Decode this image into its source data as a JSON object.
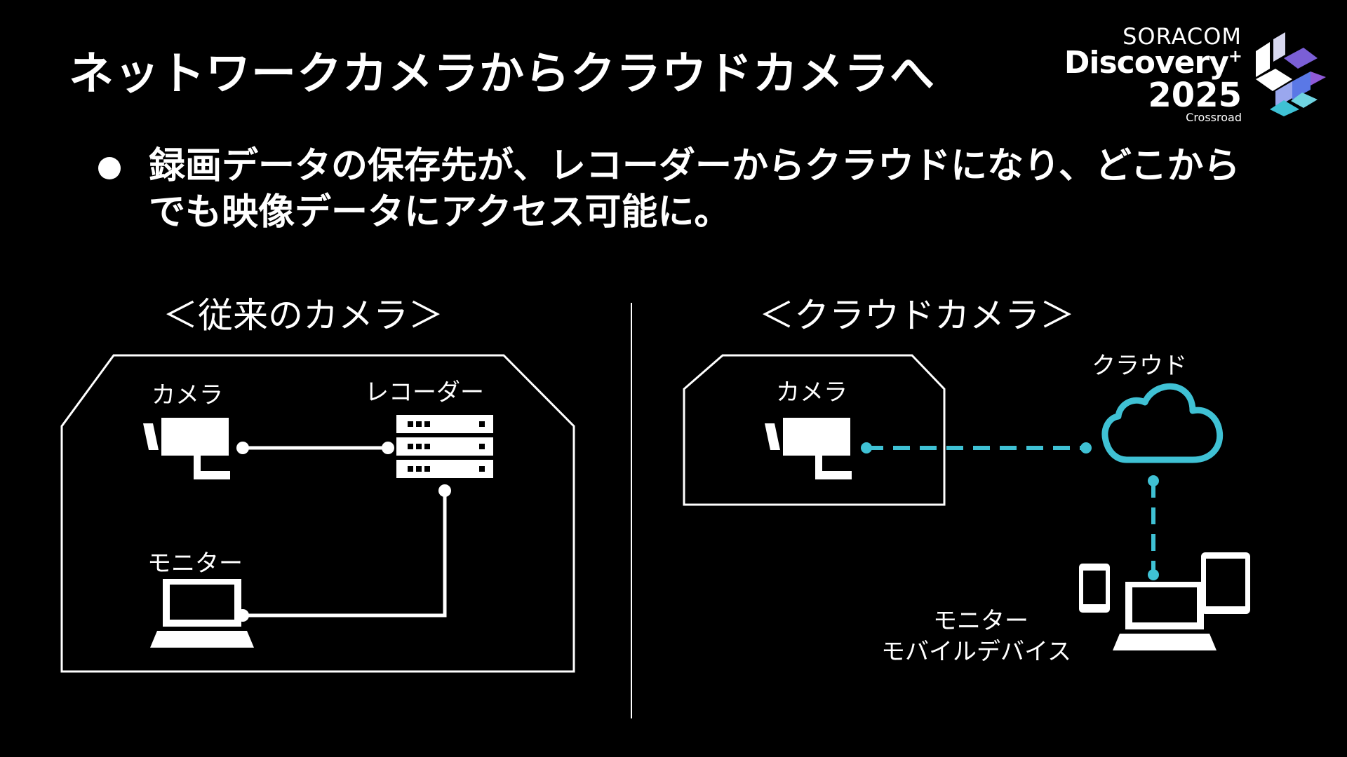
{
  "slide": {
    "title": "ネットワークカメラからクラウドカメラへ",
    "bullet": "録画データの保存先が、レコーダーからクラウドになり、どこからでも映像データにアクセス可能に。"
  },
  "logo": {
    "brand": "SORACOM",
    "product": "Discovery",
    "plus": "+",
    "year": "2025",
    "subtitle": "Crossroad"
  },
  "legacy": {
    "heading": "＜従来のカメラ＞",
    "camera_label": "カメラ",
    "recorder_label": "レコーダー",
    "monitor_label": "モニター"
  },
  "cloud": {
    "heading": "＜クラウドカメラ＞",
    "camera_label": "カメラ",
    "cloud_label": "クラウド",
    "monitor_label": "モニター",
    "mobile_label": "モバイルデバイス"
  },
  "colors": {
    "background": "#000000",
    "foreground": "#ffffff",
    "accent": "#3fc1d4"
  }
}
